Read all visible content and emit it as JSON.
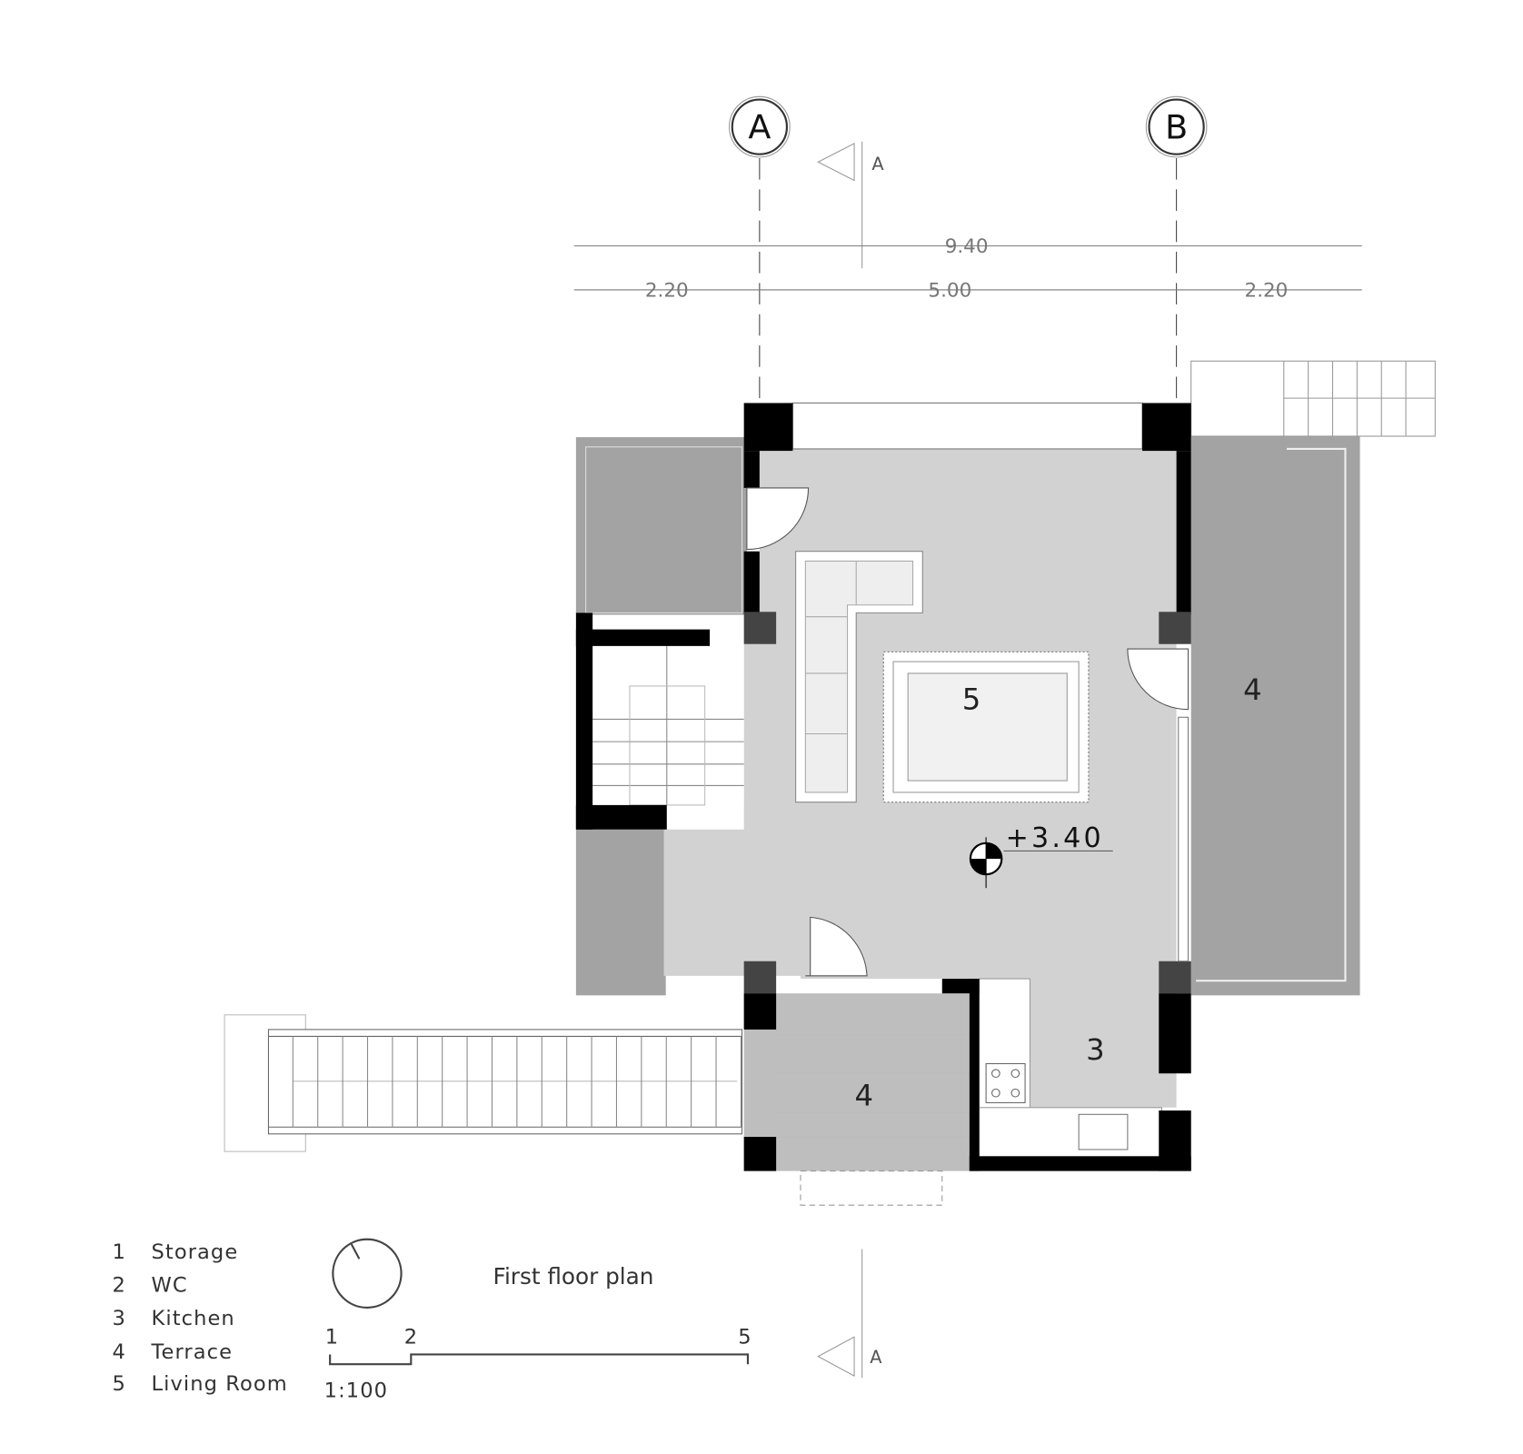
{
  "title": "First floor plan",
  "grid_axes": [
    {
      "label": "A"
    },
    {
      "label": "B"
    }
  ],
  "section_mark": {
    "label": "A"
  },
  "dimensions": {
    "overall": "9.40",
    "segments": [
      "2.20",
      "5.00",
      "2.20"
    ]
  },
  "rooms": [
    {
      "number": "5",
      "name": "Living Room"
    },
    {
      "number": "4",
      "name": "Terrace"
    },
    {
      "number": "3",
      "name": "Kitchen"
    },
    {
      "number": "4",
      "name": "Terrace"
    }
  ],
  "level": "+3.40",
  "legend": [
    {
      "num": "1",
      "label": "Storage"
    },
    {
      "num": "2",
      "label": "WC"
    },
    {
      "num": "3",
      "label": "Kitchen"
    },
    {
      "num": "4",
      "label": "Terrace"
    },
    {
      "num": "5",
      "label": "Living Room"
    }
  ],
  "scale_bar": {
    "ticks": [
      "1",
      "2",
      "5"
    ],
    "ratio": "1:100"
  },
  "colors": {
    "floor": "#d2d2d2",
    "terrace": "#a3a3a3",
    "wall": "#000000"
  }
}
